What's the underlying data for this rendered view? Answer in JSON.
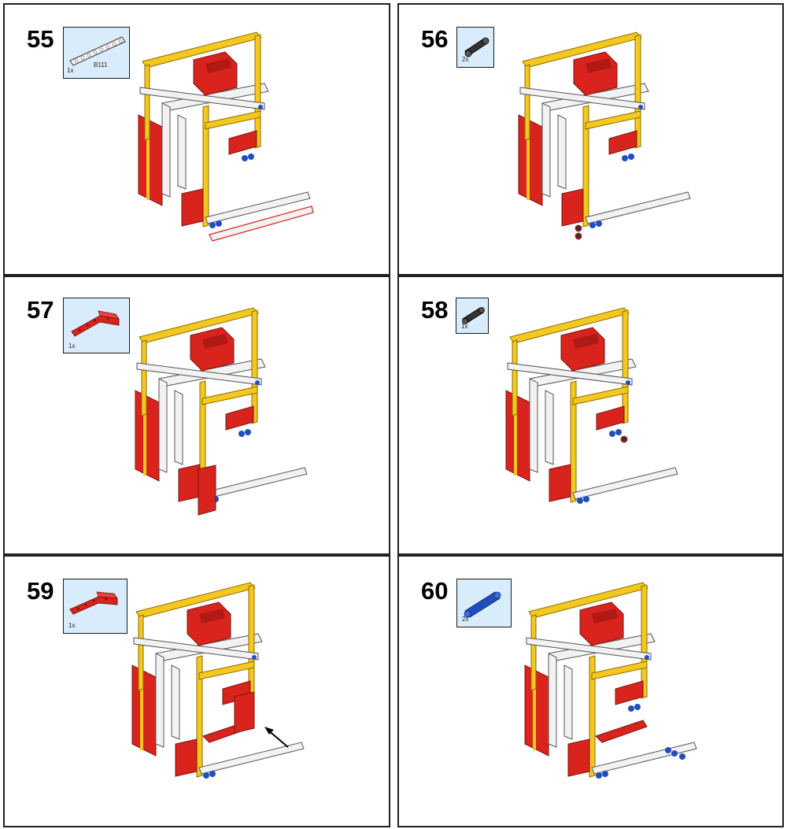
{
  "steps": [
    {
      "number": "55",
      "qty": "1x",
      "part_code": "B111",
      "part_icon": "white-beam-icon"
    },
    {
      "number": "56",
      "qty": "2x",
      "part_icon": "black-pin-icon"
    },
    {
      "number": "57",
      "qty": "1x",
      "part_icon": "red-l-beam-icon"
    },
    {
      "number": "58",
      "qty": "1x",
      "part_icon": "black-pin-icon"
    },
    {
      "number": "59",
      "qty": "1x",
      "part_icon": "red-l-beam-icon"
    },
    {
      "number": "60",
      "qty": "2x",
      "part_icon": "blue-axle-pin-icon"
    }
  ],
  "colors": {
    "frame_border": "#231f20",
    "callout_bg": "#d9ecfb",
    "yellow": "#f4c81f",
    "red": "#d9231d",
    "white_beam": "#f2f2f2",
    "blue_pin": "#1f4fbf",
    "black_pin": "#333333"
  }
}
